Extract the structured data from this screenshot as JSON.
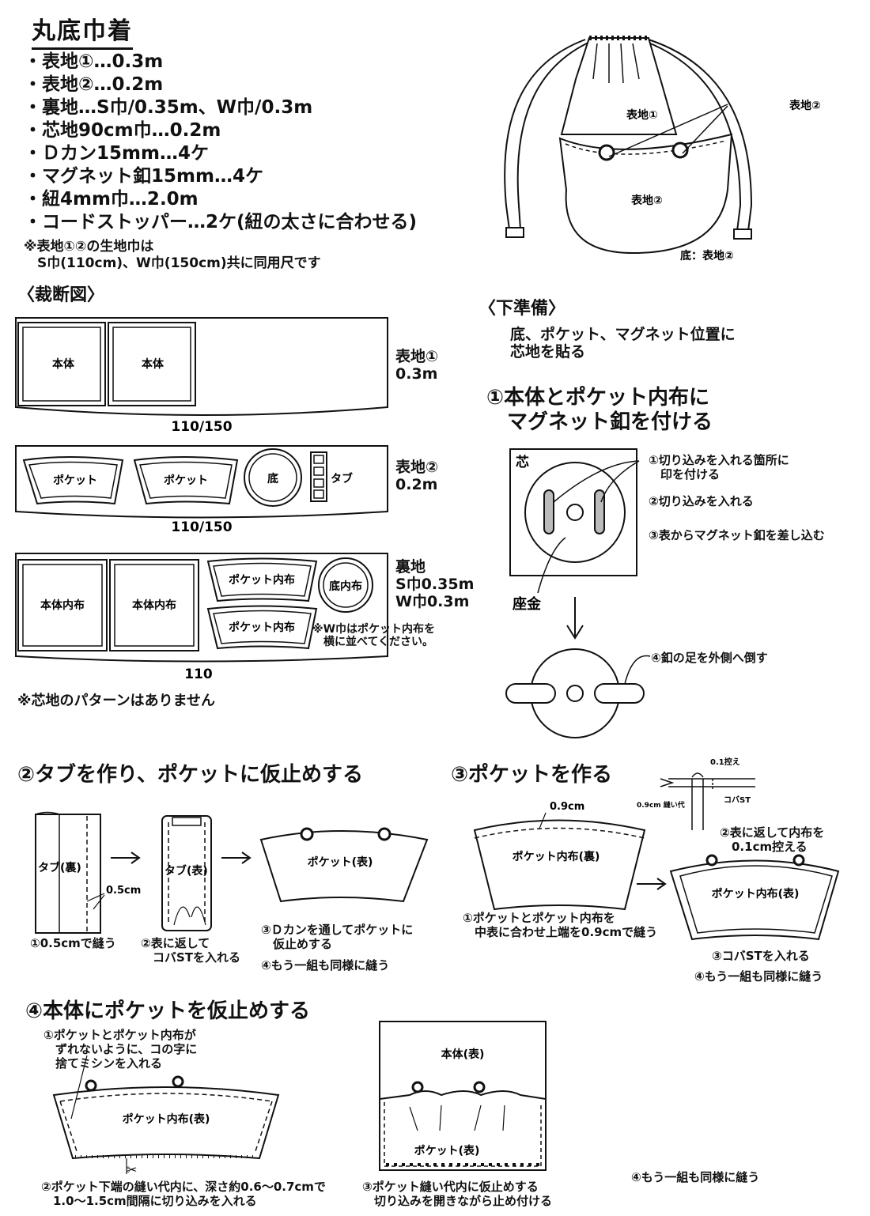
{
  "title": "丸底巾着",
  "materials": [
    "表地①…0.3m",
    "表地②…0.2m",
    "裏地…S巾/0.35m、W巾/0.3m",
    "芯地90cm巾…0.2m",
    "Ｄカン15mm…4ケ",
    "マグネット釦15mm…4ケ",
    "紐4mm巾…2.0m",
    "コードストッパー…2ケ(紐の太さに合わせる)"
  ],
  "fabric_note": "※表地①②の生地巾は\n　S巾(110cm)、W巾(150cm)共に同用尺です",
  "bag_illustration": {
    "label_top": "表地①",
    "label_side": "表地②",
    "label_bottom_panel": "表地②",
    "label_base": "底：表地②"
  },
  "cutting": {
    "heading": "〈裁断図〉",
    "layout1": {
      "pieces": [
        "本体",
        "本体"
      ],
      "width": "110/150",
      "label": "表地①\n0.3m"
    },
    "layout2": {
      "pieces": [
        "ポケット",
        "ポケット",
        "底",
        "タブ"
      ],
      "width": "110/150",
      "label": "表地②\n0.2m"
    },
    "layout3": {
      "pieces": [
        "本体内布",
        "本体内布",
        "ポケット内布",
        "底内布",
        "ポケット内布"
      ],
      "width": "110",
      "label": "裏地\nS巾0.35m\nW巾0.3m",
      "note": "※W巾はポケット内布を\n　横に並べてください。"
    },
    "no_pattern_note": "※芯地のパターンはありません"
  },
  "prep": {
    "heading": "〈下準備〉",
    "text": "底、ポケット、マグネット位置に\n芯地を貼る"
  },
  "step1": {
    "heading": "①本体とポケット内布に\n　マグネット釦を付ける",
    "label_interfacing": "芯",
    "label_washer": "座金",
    "notes": [
      "①切り込みを入れる箇所に\n　印を付ける",
      "②切り込みを入れる",
      "③表からマグネット釦を差し込む"
    ],
    "note4": "④釦の足を外側へ倒す"
  },
  "step2": {
    "heading": "②タブを作り、ポケットに仮止めする",
    "tab_back": "タブ(裏)",
    "tab_front": "タブ(表)",
    "seam": "0.5cm",
    "pocket_front": "ポケット(表)",
    "cap1": "①0.5cmで縫う",
    "cap2": "②表に返して\n　コバSTを入れる",
    "cap3": "③Ｄカンを通してポケットに\n　仮止めする",
    "cap4": "④もう一組も同様に縫う"
  },
  "step3": {
    "heading": "③ポケットを作る",
    "detail_topstitch": "0.1控え",
    "detail_seam": "0.9cm\n縫い代",
    "detail_koba": "コバST",
    "seam": "0.9cm",
    "lining_back": "ポケット内布(裏)",
    "lining_front": "ポケット内布(表)",
    "cap1": "①ポケットとポケット内布を\n　中表に合わせ上端を0.9cmで縫う",
    "cap2": "②表に返して内布を\n　0.1cm控える",
    "cap3": "③コバSTを入れる",
    "cap4": "④もう一組も同様に縫う"
  },
  "step4": {
    "heading": "④本体にポケットを仮止めする",
    "cap1": "①ポケットとポケット内布が\n　ずれないように、コの字に\n　捨てミシンを入れる",
    "lining_front": "ポケット内布(表)",
    "cap2": "②ポケット下端の縫い代内に、深さ約0.6～0.7cmで\n　1.0～1.5cm間隔に切り込みを入れる",
    "body_front": "本体(表)",
    "pocket_front": "ポケット(表)",
    "cap3": "③ポケット縫い代内に仮止めする\n　切り込みを開きながら止め付ける",
    "cap4": "④もう一組も同様に縫う"
  }
}
